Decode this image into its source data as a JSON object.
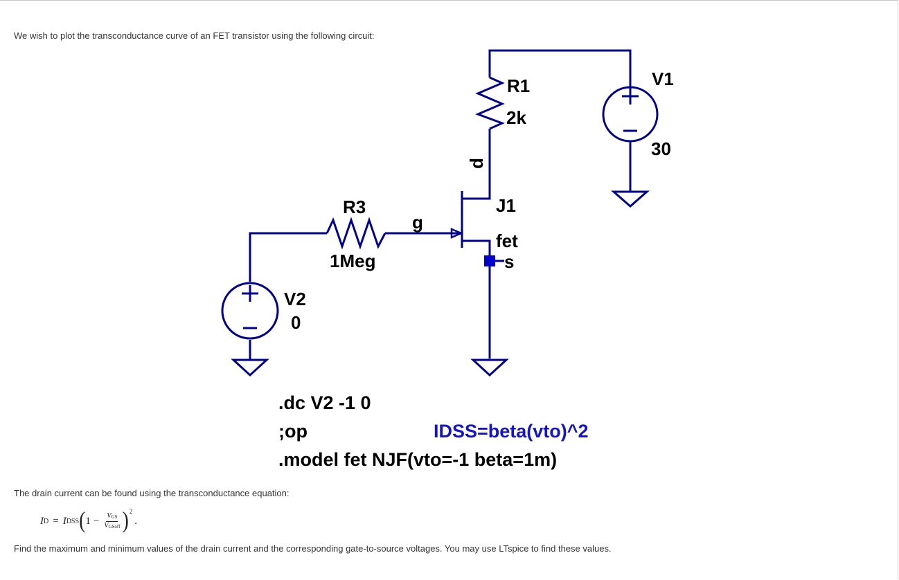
{
  "text": {
    "intro": "We wish to plot the transconductance curve of an FET transistor using the following circuit:",
    "equation_intro": "The drain current can be found using the transconductance equation:",
    "question": "Find the maximum and minimum values of the drain current and the corresponding gate-to-source voltages. You may use LTspice to find these values."
  },
  "schematic": {
    "r1": {
      "name": "R1",
      "value": "2k"
    },
    "r3": {
      "name": "R3",
      "value": "1Meg"
    },
    "v1": {
      "name": "V1",
      "value": "30"
    },
    "v2": {
      "name": "V2",
      "value": "0"
    },
    "j1": {
      "name": "J1",
      "model": "fet"
    },
    "nodes": {
      "drain": "d",
      "gate": "g",
      "source": "s"
    },
    "directives": [
      ".dc V2 -1 0",
      ";op",
      ".model fet NJF(vto=-1 beta=1m)"
    ],
    "note": "IDSS=beta(vto)^2"
  },
  "formula": {
    "lhs": "I",
    "lhs_sub": "D",
    "equals": "=",
    "idss": "I",
    "idss_sub": "DSS",
    "one": "1",
    "minus": "−",
    "num": "V",
    "num_sub": "GS",
    "den": "V",
    "den_sub": "GSoff",
    "exponent": "2",
    "terminator": "."
  },
  "colors": {
    "wire": "#00008f",
    "note": "#1515c8",
    "text": "#333333"
  }
}
